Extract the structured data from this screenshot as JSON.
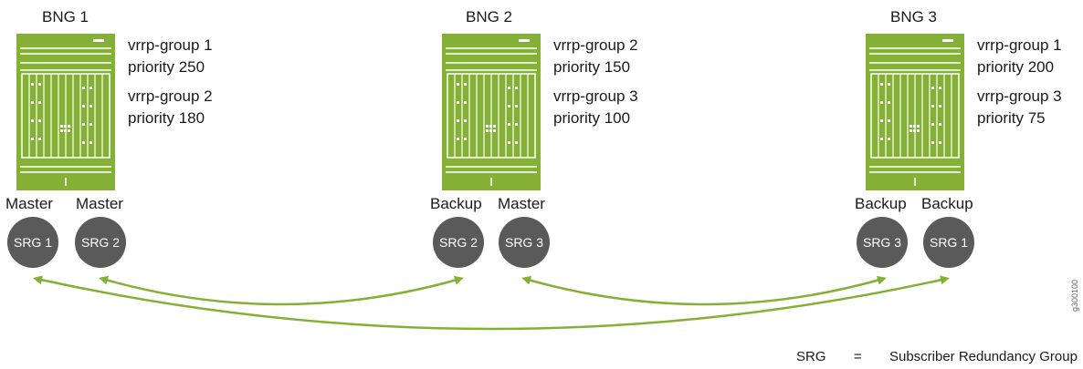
{
  "colors": {
    "device_green": "#84b135",
    "circle_gray": "#5a5a5a",
    "arrow_green": "#84b135"
  },
  "bngs": [
    {
      "title": "BNG 1",
      "groups": [
        {
          "group": "vrrp-group 1",
          "priority": "priority 250"
        },
        {
          "group": "vrrp-group 2",
          "priority": "priority 180"
        }
      ],
      "srgs": [
        {
          "state": "Master",
          "label": "SRG 1"
        },
        {
          "state": "Master",
          "label": "SRG 2"
        }
      ]
    },
    {
      "title": "BNG 2",
      "groups": [
        {
          "group": "vrrp-group 2",
          "priority": "priority 150"
        },
        {
          "group": "vrrp-group 3",
          "priority": "priority 100"
        }
      ],
      "srgs": [
        {
          "state": "Backup",
          "label": "SRG 2"
        },
        {
          "state": "Master",
          "label": "SRG 3"
        }
      ]
    },
    {
      "title": "BNG 3",
      "groups": [
        {
          "group": "vrrp-group 1",
          "priority": "priority 200"
        },
        {
          "group": "vrrp-group 3",
          "priority": "priority 75"
        }
      ],
      "srgs": [
        {
          "state": "Backup",
          "label": "SRG 3"
        },
        {
          "state": "Backup",
          "label": "SRG 1"
        }
      ]
    }
  ],
  "legend": {
    "term": "SRG",
    "equals": "=",
    "definition": "Subscriber Redundancy Group"
  },
  "figure_id": "g300100"
}
